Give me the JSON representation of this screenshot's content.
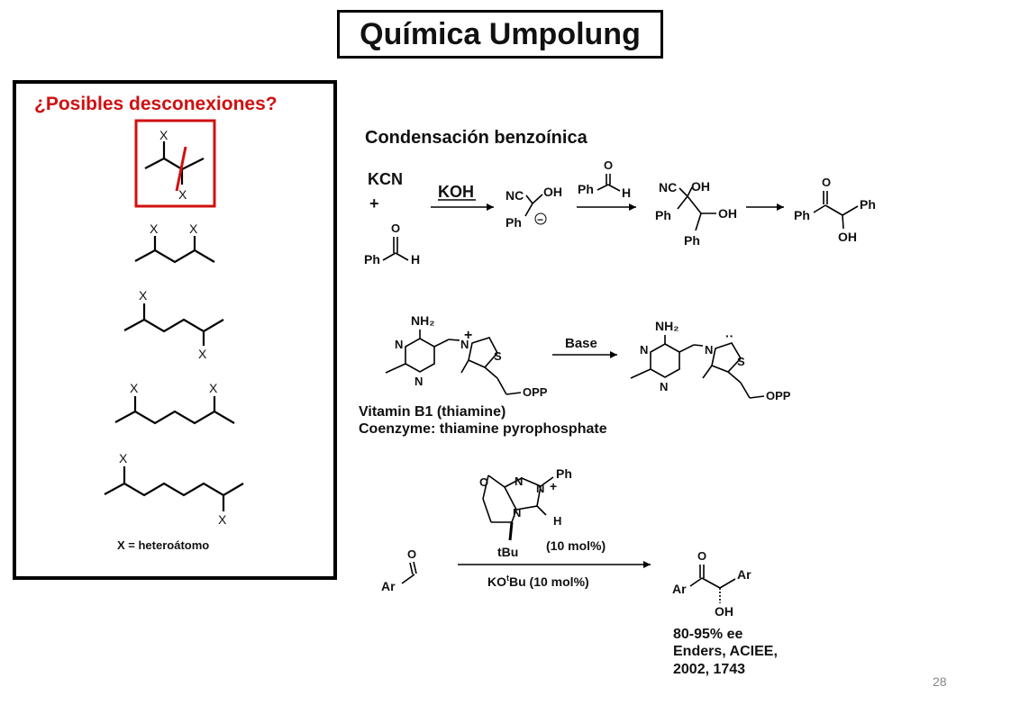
{
  "slide": {
    "title": "Química Umpolung",
    "question": "¿Posibles desconexiones?",
    "hetero_label": "X = heteroátomo",
    "x_label": "X",
    "section_heading": "Condensación benzoínica",
    "page_number": "28"
  },
  "reaction1": {
    "reagent": "KCN",
    "plus": "+",
    "aldehyde_o": "O",
    "ph": "Ph",
    "h": "H",
    "arrow_reagent": "KOH",
    "nc": "NC",
    "oh": "OH",
    "minus": "−",
    "final_oh": "OH"
  },
  "reaction2": {
    "nh2": "NH₂",
    "n": "N",
    "s": "S",
    "plus": "+",
    "opp": "OPP",
    "base": "Base",
    "lone_pair": "··",
    "caption_line1": "Vitamin B1 (thiamine)",
    "caption_line2": "Coenzyme:  thiamine pyrophosphate"
  },
  "reaction3": {
    "ph": "Ph",
    "n": "N",
    "plus": "+",
    "h": "H",
    "o": "O",
    "tbu": "tBu",
    "catalyst_loading": "(10 mol%)",
    "base_prefix": "KO",
    "base_sup": "t",
    "base_suffix": "Bu (10 mol%)",
    "ar": "Ar",
    "oh": "OH",
    "result_line1": "80-95% ee",
    "result_line2": "Enders, ACIEE,",
    "result_line3": "2002, 1743"
  }
}
